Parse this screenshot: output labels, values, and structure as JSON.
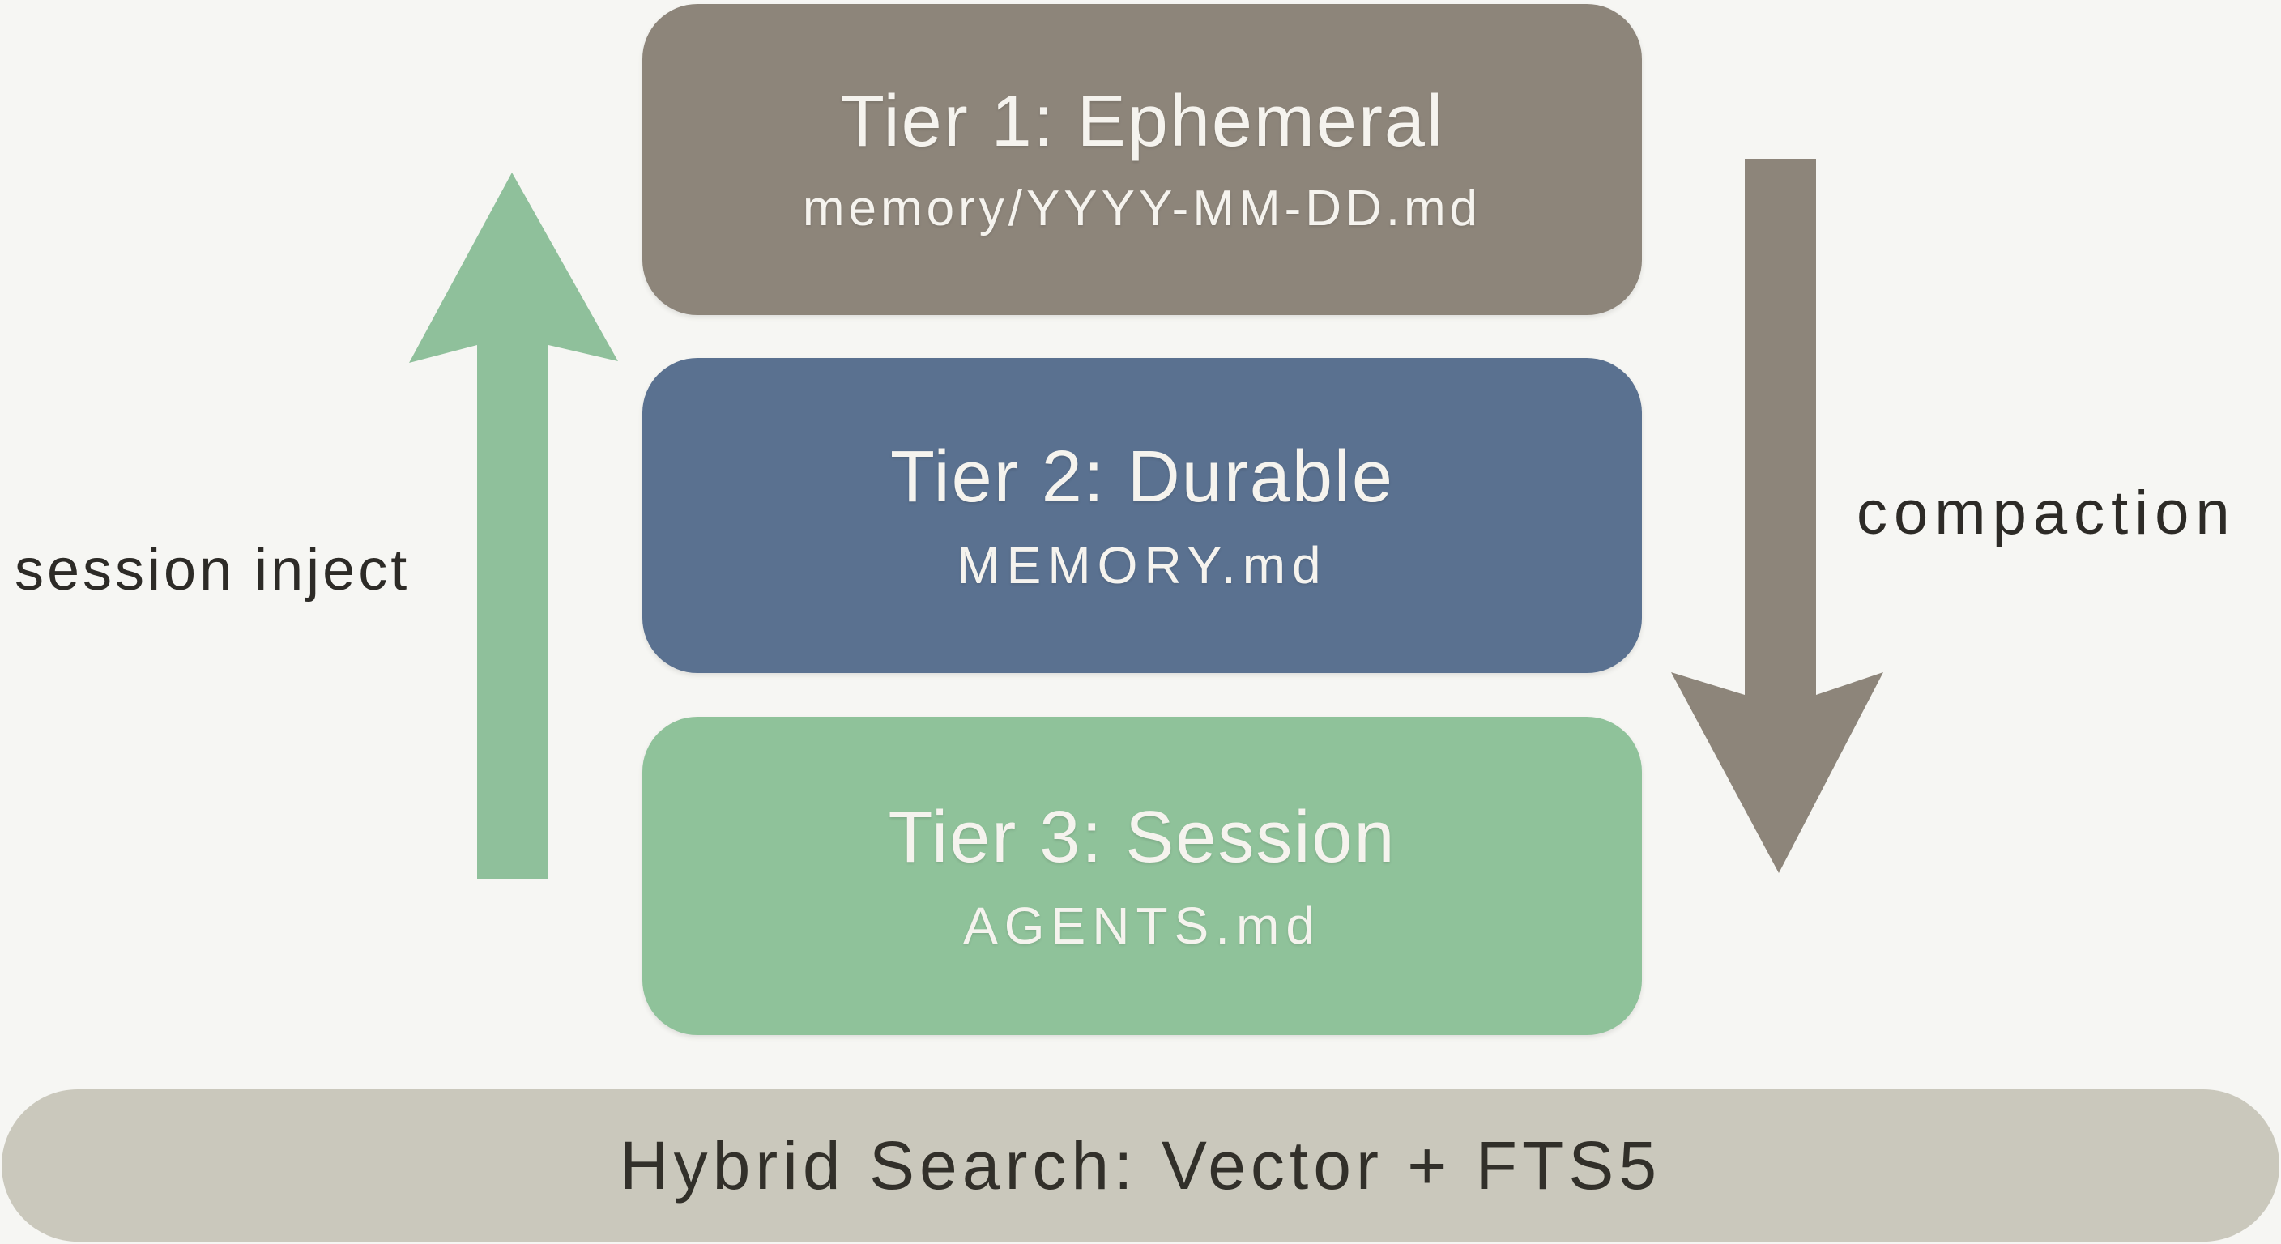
{
  "canvas": {
    "background": "#f6f6f3"
  },
  "tiers": [
    {
      "title": "Tier 1: Ephemeral",
      "subtitle": "memory/YYYY-MM-DD.md",
      "color": "#8d857a",
      "text_color": "#f5f3ee"
    },
    {
      "title": "Tier 2: Durable",
      "subtitle": "MEMORY.md",
      "color": "#5a7190",
      "text_color": "#f5f3ee"
    },
    {
      "title": "Tier 3: Session",
      "subtitle": "AGENTS.md",
      "color": "#8fc29a",
      "text_color": "#f5f3ee"
    }
  ],
  "arrows": [
    {
      "icon": "up-arrow-icon",
      "label": "session inject",
      "direction": "up",
      "color": "#8fc09b",
      "label_color": "#2d2b27"
    },
    {
      "icon": "down-arrow-icon",
      "label": "compaction",
      "direction": "down",
      "color": "#8d857a",
      "label_color": "#2d2b27"
    }
  ],
  "footer": {
    "label": "Hybrid Search: Vector + FTS5",
    "background": "#cac8bc",
    "text_color": "#32302a"
  }
}
